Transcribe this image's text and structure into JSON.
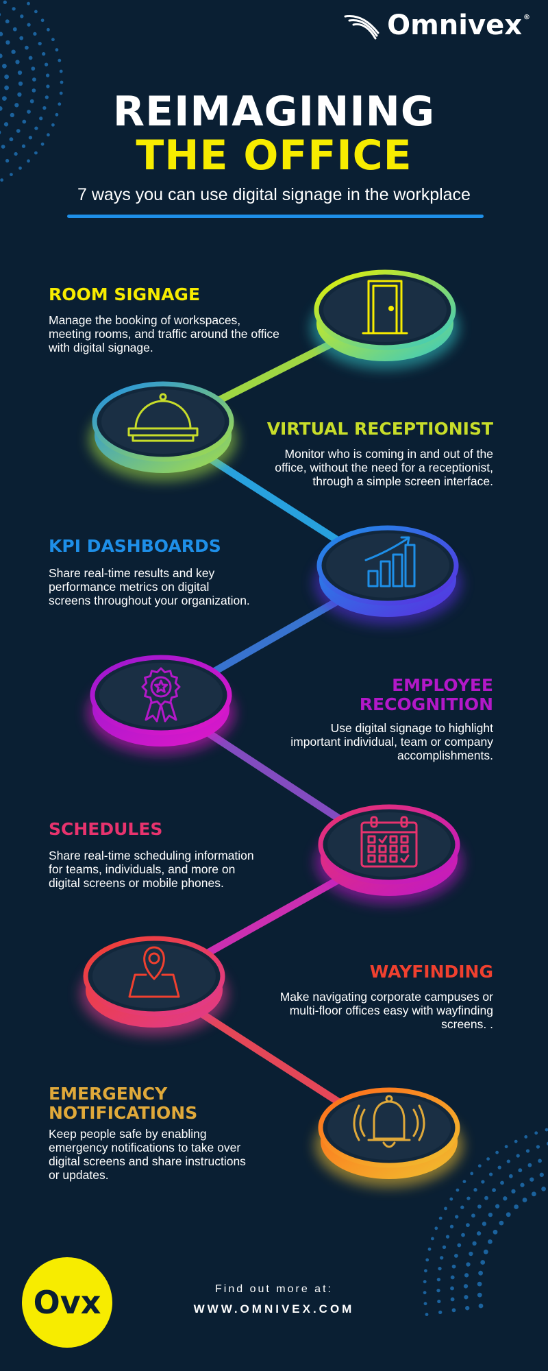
{
  "brand": {
    "name": "Omnivex",
    "registered": "®",
    "badge": "Ovx"
  },
  "header": {
    "title_line1": "REIMAGINING",
    "title_line2": "THE OFFICE",
    "subtitle": "7 ways you can use digital signage in the workplace"
  },
  "sections": [
    {
      "title": "ROOM SIGNAGE",
      "description": "Manage the booking of workspaces, meeting rooms, and traffic around the office with digital signage.",
      "icon": "door-icon",
      "color": "#f7ec00"
    },
    {
      "title": "VIRTUAL RECEPTIONIST",
      "description": "Monitor who is coming in and out of the office, without the need for a receptionist, through a simple screen interface.",
      "icon": "service-bell-icon",
      "color": "#c8dd2a"
    },
    {
      "title": "KPI DASHBOARDS",
      "description": "Share real-time results and key performance metrics on digital screens throughout your organization.",
      "icon": "bar-chart-icon",
      "color": "#1e8fe8"
    },
    {
      "title": "EMPLOYEE\nRECOGNITION",
      "description": "Use digital signage to highlight important individual, team or company accomplishments.",
      "icon": "award-ribbon-icon",
      "color": "#b318c8"
    },
    {
      "title": "SCHEDULES",
      "description": "Share real-time scheduling information for teams, individuals, and more on digital screens or mobile phones.",
      "icon": "calendar-icon",
      "color": "#e8336e"
    },
    {
      "title": "WAYFINDING",
      "description": "Make navigating corporate campuses or multi-floor offices easy with wayfinding screens. .",
      "icon": "map-pin-icon",
      "color": "#f0402f"
    },
    {
      "title": "EMERGENCY\nNOTIFICATIONS",
      "description": "Keep people safe by enabling emergency notifications to take over digital screens and share instructions or updates.",
      "icon": "alarm-bell-icon",
      "color": "#e0a93a"
    }
  ],
  "footer": {
    "cta": "Find out more at:",
    "url": "WWW.OMNIVEX.COM"
  },
  "colors": {
    "background": "#0a1f33",
    "accent_yellow": "#f7ec00",
    "accent_blue": "#1e8fe8",
    "dots": "#1f6fb0"
  }
}
